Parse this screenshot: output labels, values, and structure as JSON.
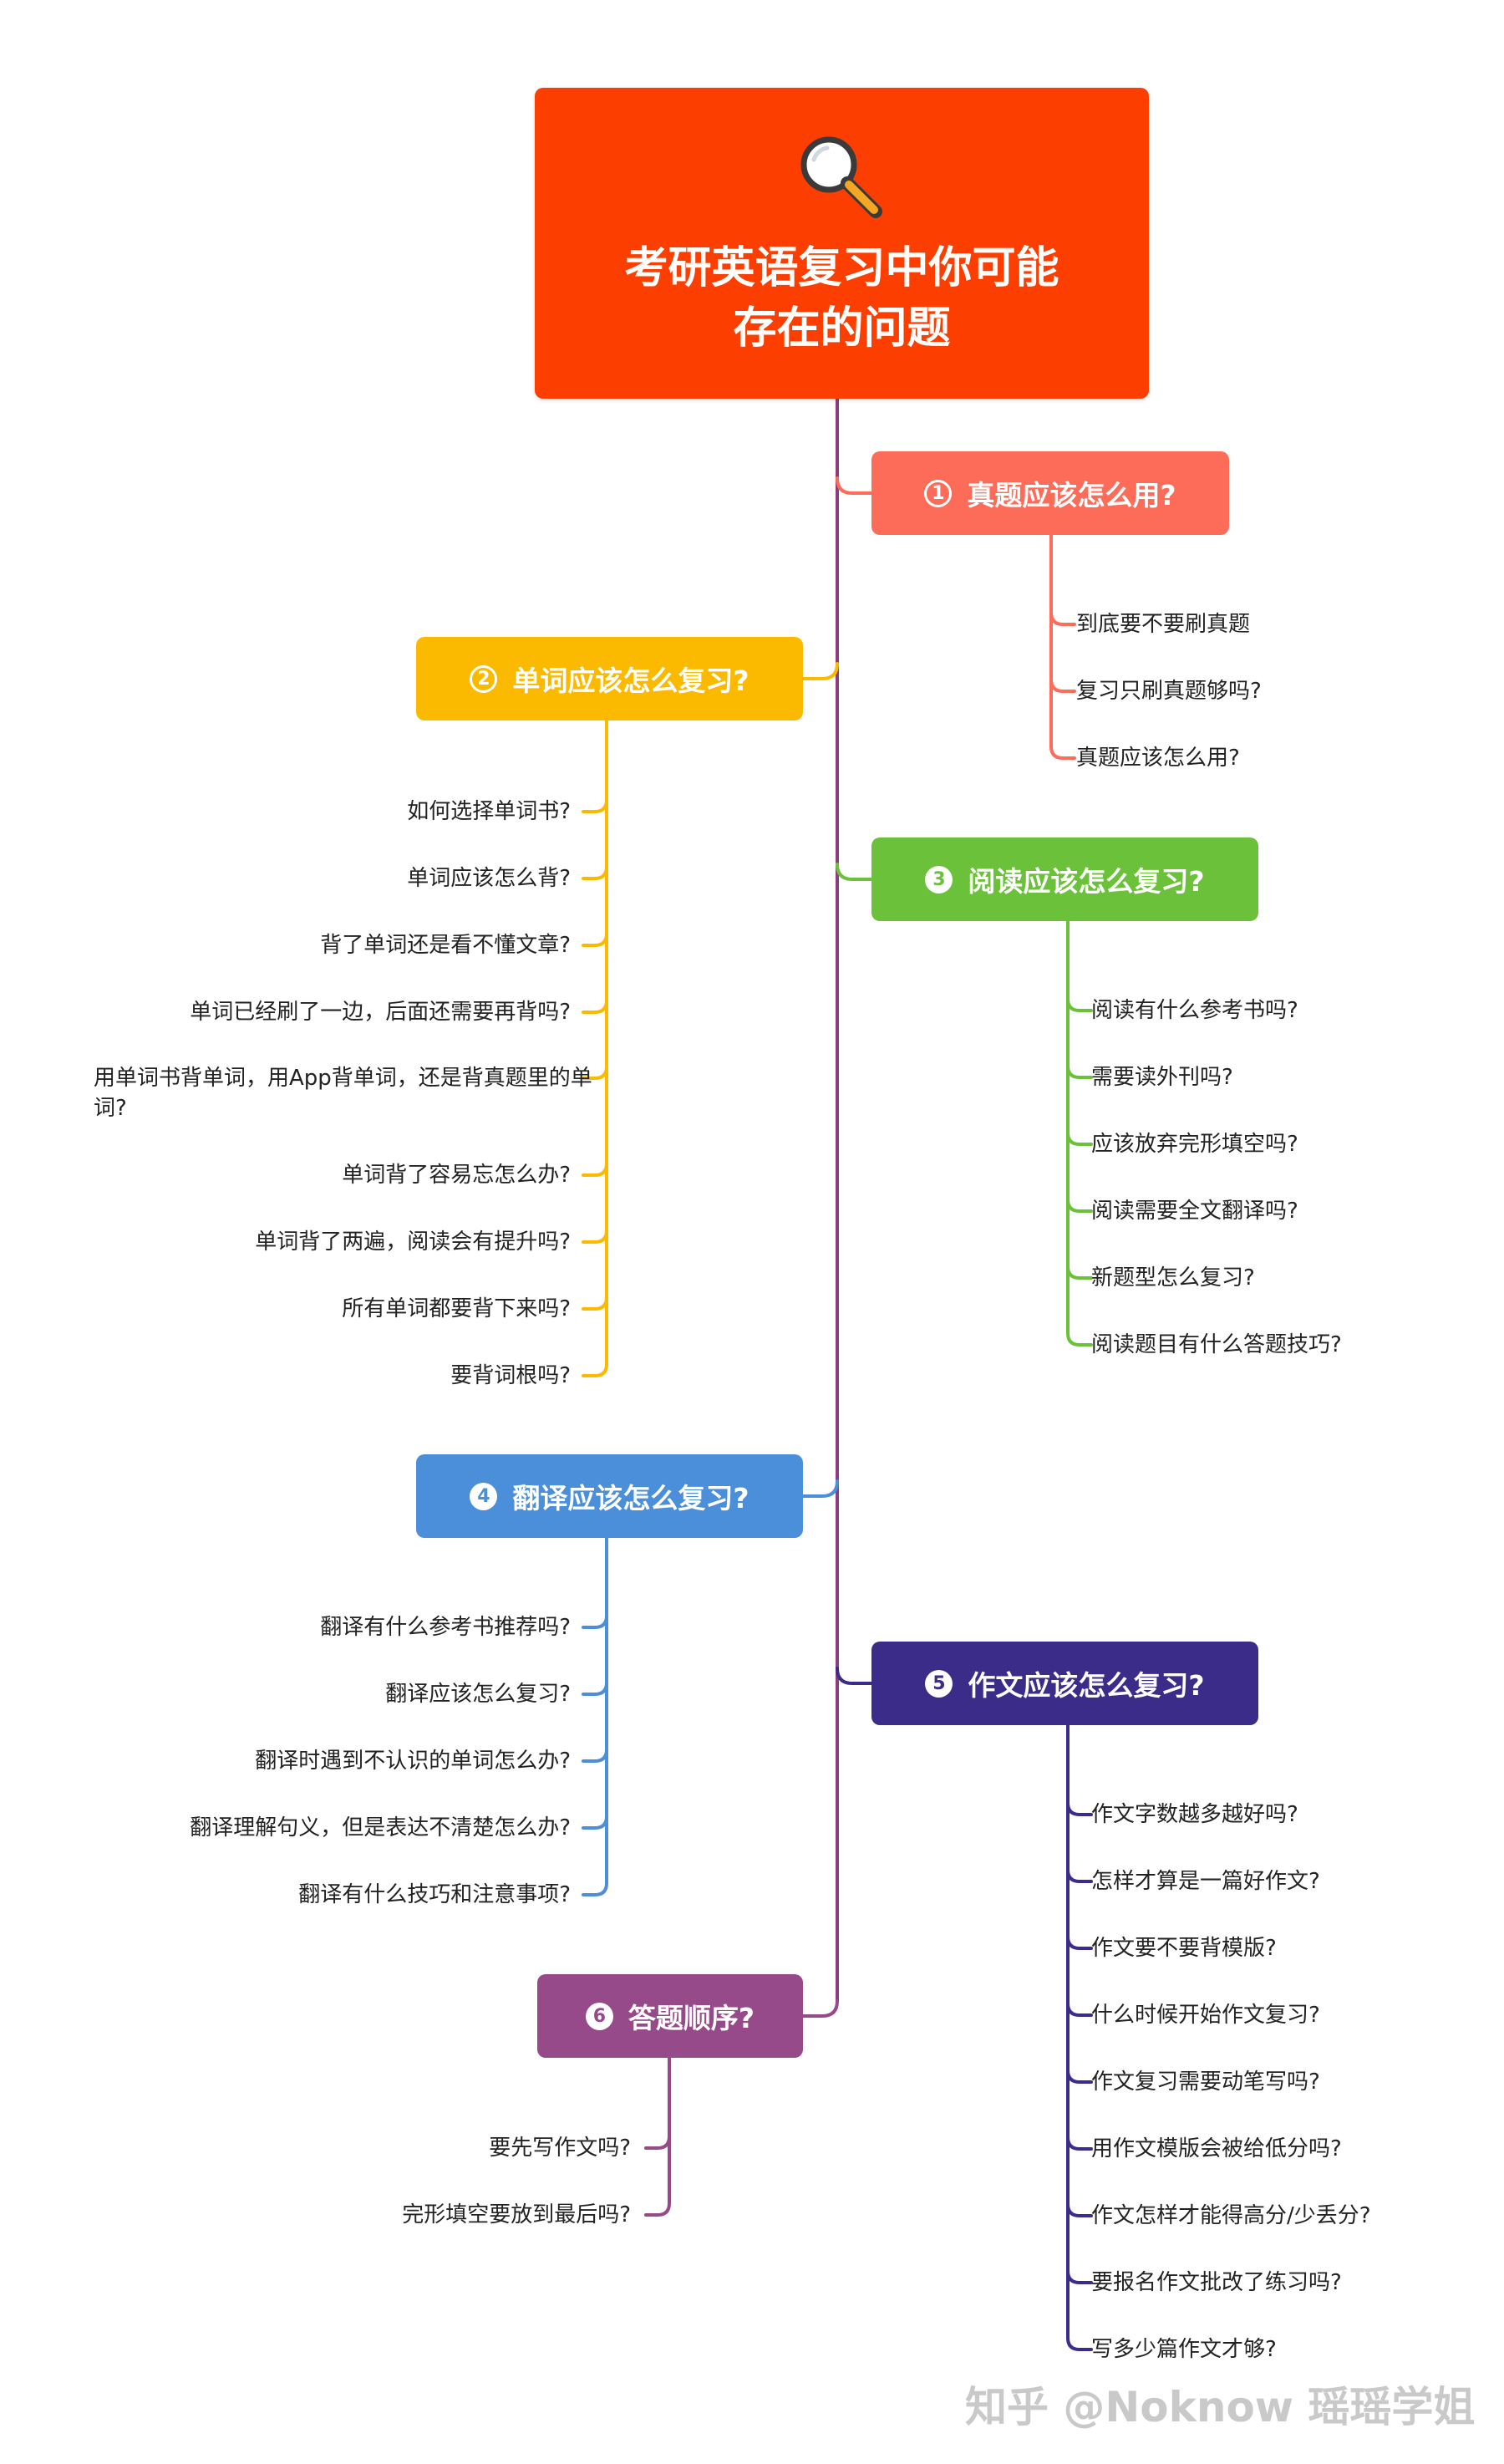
{
  "root": {
    "title": "考研英语复习中你可能\n存在的问题",
    "icon": "magnifier-icon",
    "color": "#fc3f00"
  },
  "branches": [
    {
      "num": "1",
      "label": "真题应该怎么用?",
      "color": "#fd6b59",
      "items": [
        "到底要不要刷真题",
        "复习只刷真题够吗?",
        "真题应该怎么用?"
      ]
    },
    {
      "num": "2",
      "label": "单词应该怎么复习?",
      "color": "#fbba00",
      "items": [
        "如何选择单词书?",
        "单词应该怎么背?",
        "背了单词还是看不懂文章?",
        "单词已经刷了一边，后面还需要再背吗?",
        "用单词书背单词，用App背单词，还是背真题里的单词?",
        "单词背了容易忘怎么办?",
        "单词背了两遍，阅读会有提升吗?",
        "所有单词都要背下来吗?",
        "要背词根吗?"
      ]
    },
    {
      "num": "3",
      "label": "阅读应该怎么复习?",
      "color": "#6cc13b",
      "items": [
        "阅读有什么参考书吗?",
        "需要读外刊吗?",
        "应该放弃完形填空吗?",
        "阅读需要全文翻译吗?",
        "新题型怎么复习?",
        "阅读题目有什么答题技巧?"
      ]
    },
    {
      "num": "4",
      "label": "翻译应该怎么复习?",
      "color": "#4b8fda",
      "items": [
        "翻译有什么参考书推荐吗?",
        "翻译应该怎么复习?",
        "翻译时遇到不认识的单词怎么办?",
        "翻译理解句义，但是表达不清楚怎么办?",
        "翻译有什么技巧和注意事项?"
      ]
    },
    {
      "num": "5",
      "label": "作文应该怎么复习?",
      "color": "#3b2c8a",
      "items": [
        "作文字数越多越好吗?",
        "怎样才算是一篇好作文?",
        "作文要不要背模版?",
        "什么时候开始作文复习?",
        "作文复习需要动笔写吗?",
        "用作文模版会被给低分吗?",
        "作文怎样才能得高分/少丢分?",
        "要报名作文批改了练习吗?",
        "写多少篇作文才够?"
      ]
    },
    {
      "num": "6",
      "label": "答题顺序?",
      "color": "#974a8a",
      "items": [
        "要先写作文吗?",
        "完形填空要放到最后吗?"
      ]
    }
  ],
  "trunk_color": "#8b3e7a",
  "watermark": "知乎 @Noknow 瑶瑶学姐"
}
